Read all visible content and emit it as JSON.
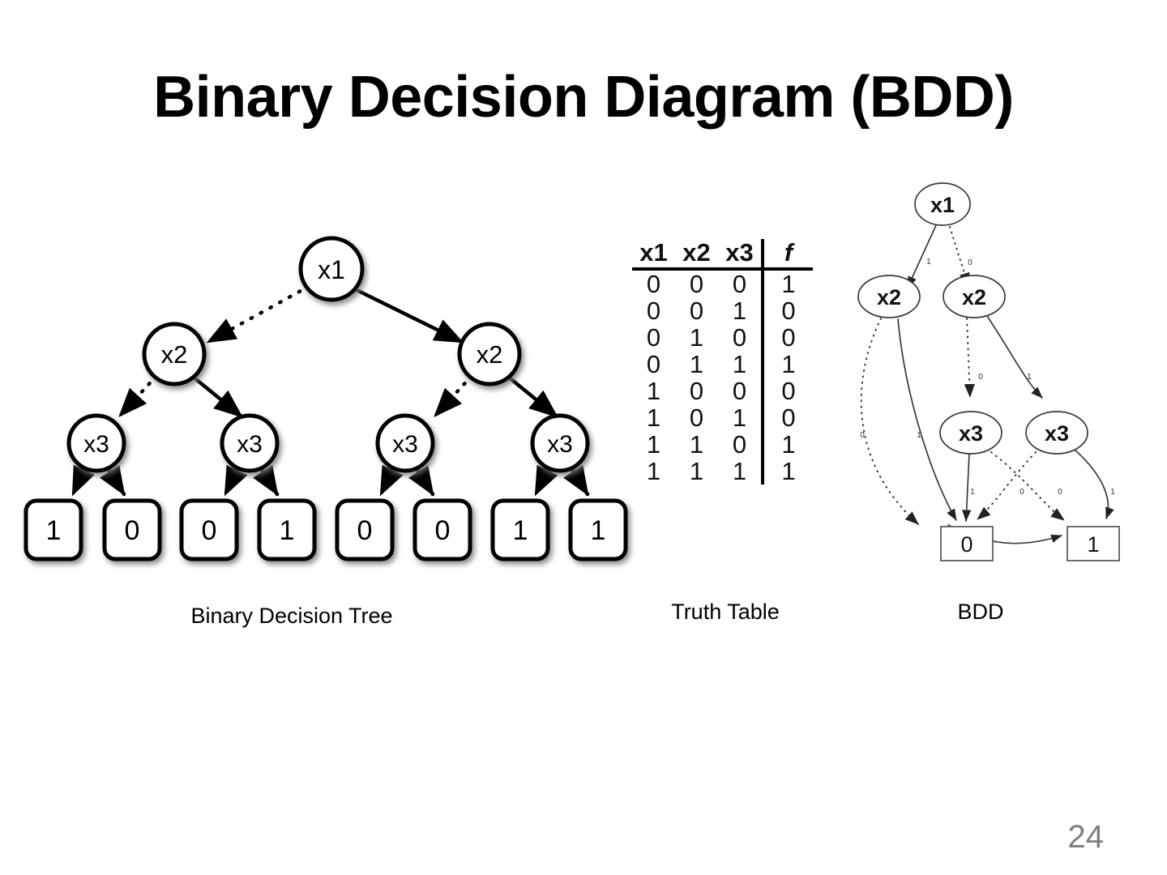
{
  "slide": {
    "title": "Binary Decision Diagram (BDD)",
    "page_number": "24"
  },
  "captions": {
    "tree": "Binary Decision Tree",
    "table": "Truth Table",
    "bdd": "BDD"
  },
  "truth_table": {
    "headers": [
      "x1",
      "x2",
      "x3",
      "f"
    ],
    "rows": [
      [
        "0",
        "0",
        "0",
        "1"
      ],
      [
        "0",
        "0",
        "1",
        "0"
      ],
      [
        "0",
        "1",
        "0",
        "0"
      ],
      [
        "0",
        "1",
        "1",
        "1"
      ],
      [
        "1",
        "0",
        "0",
        "0"
      ],
      [
        "1",
        "0",
        "1",
        "0"
      ],
      [
        "1",
        "1",
        "0",
        "1"
      ],
      [
        "1",
        "1",
        "1",
        "1"
      ]
    ]
  },
  "decision_tree": {
    "root_label": "x1",
    "level2_labels": [
      "x2",
      "x2"
    ],
    "level3_labels": [
      "x3",
      "x3",
      "x3",
      "x3"
    ],
    "leaves": [
      "1",
      "0",
      "0",
      "1",
      "0",
      "0",
      "1",
      "1"
    ],
    "edge_style_low": "dotted",
    "edge_style_high": "solid"
  },
  "bdd": {
    "nodes": {
      "root": "x1",
      "x2_left": "x2",
      "x2_right": "x2",
      "x3_left": "x3",
      "x3_right": "x3"
    },
    "terminals": [
      "0",
      "1"
    ],
    "edge_labels": {
      "x1_to_x2_left": "1",
      "x1_to_x2_right": "0",
      "x2_left_low": "0",
      "x2_left_high": "1",
      "x2_right_low": "0",
      "x2_right_high": "1",
      "x3_left_high": "1",
      "x3_left_low": "0",
      "x3_right_low": "0",
      "x3_right_high": "1"
    }
  },
  "colors": {
    "ink": "#000000",
    "page_number": "#7f7f7f",
    "bdd_ink": "#444444"
  }
}
